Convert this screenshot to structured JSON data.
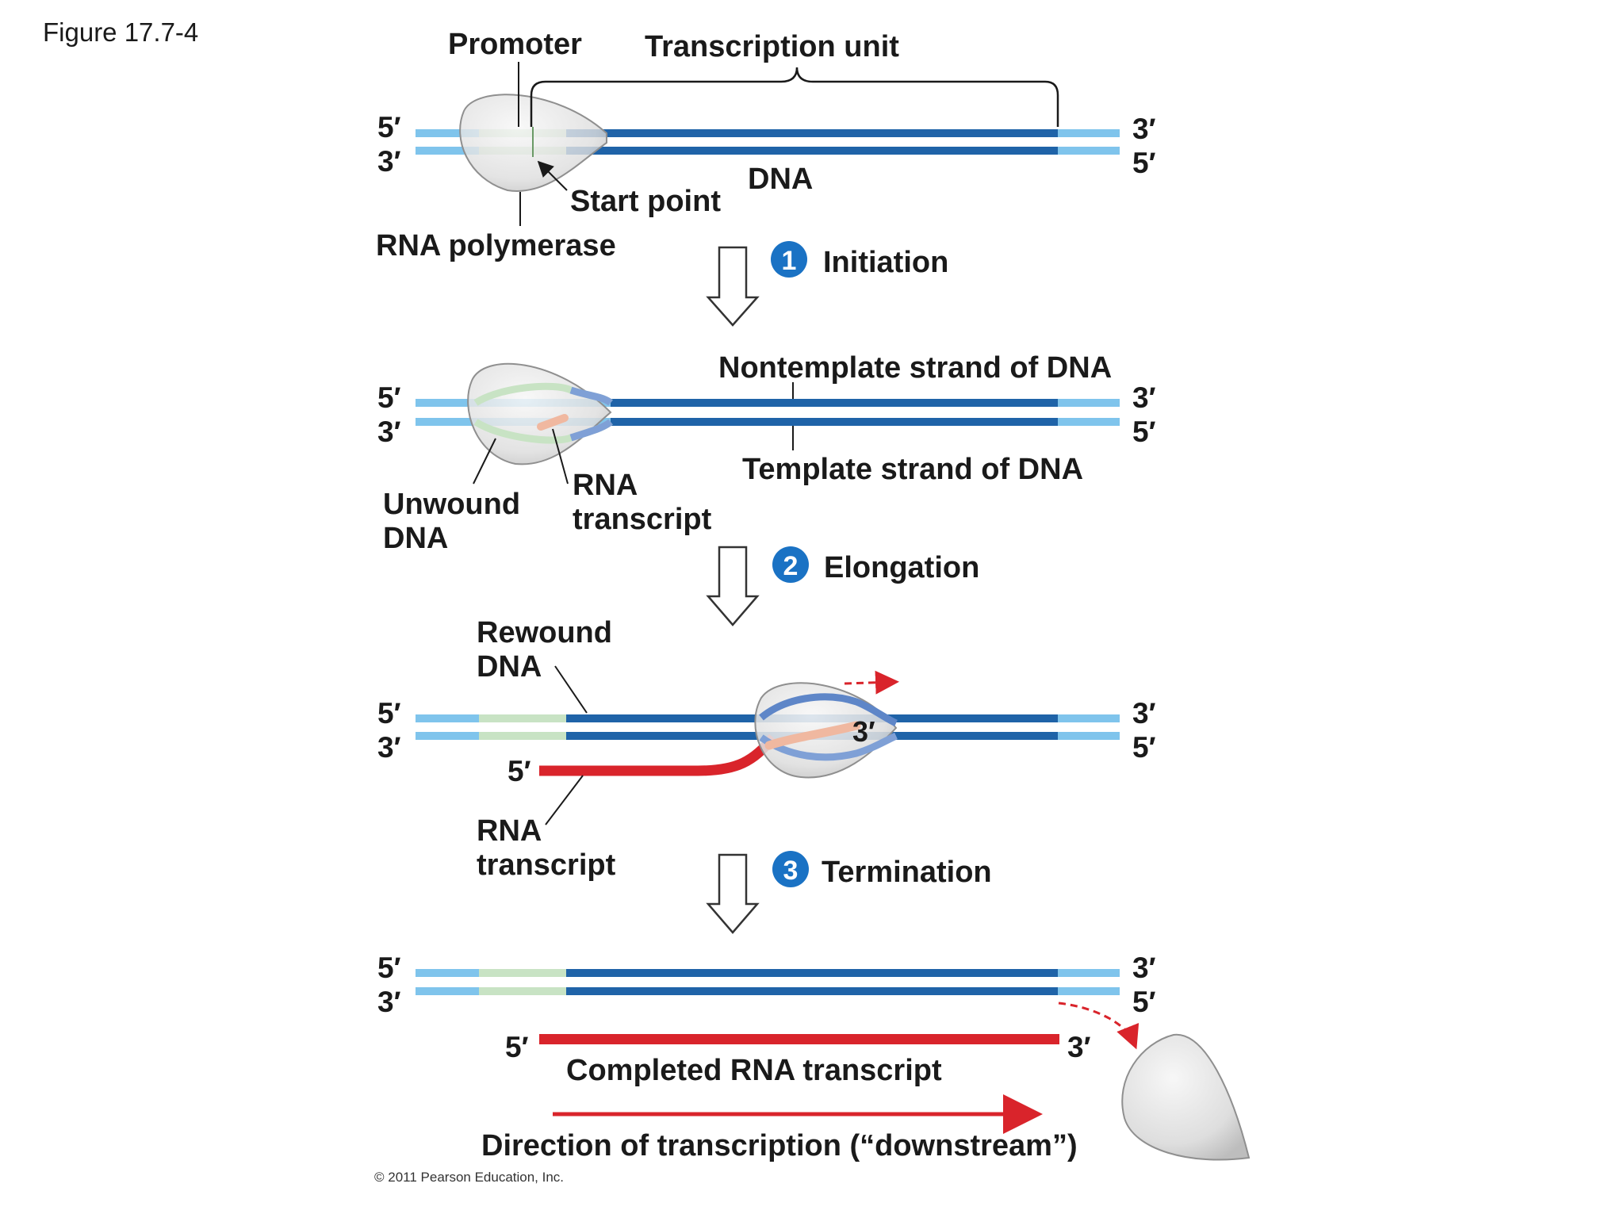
{
  "figure_label": "Figure 17.7-4",
  "copyright": "© 2011 Pearson Education, Inc.",
  "colors": {
    "dna_dark": "#1f63a8",
    "dna_light": "#7fc4ec",
    "promoter": "#c8e3c4",
    "rna": "#d9242b",
    "rna_nascent": "#f0b8a0",
    "polymerase": "#dcdcdc",
    "step_badge": "#1a72c4",
    "arrow_red": "#d9242b"
  },
  "panel1": {
    "promoter": "Promoter",
    "transcription_unit": "Transcription unit",
    "dna": "DNA",
    "start_point": "Start point",
    "rna_polymerase": "RNA polymerase",
    "end_5_top": "5′",
    "end_3_bottom": "3′",
    "end_3_top_right": "3′",
    "end_5_bottom_right": "5′"
  },
  "step1": {
    "number": "1",
    "label": "Initiation"
  },
  "panel2": {
    "nontemplate": "Nontemplate strand of DNA",
    "template": "Template strand of DNA",
    "unwound_line1": "Unwound",
    "unwound_line2": "DNA",
    "rna_line1": "RNA",
    "rna_line2": "transcript",
    "end_5_top": "5′",
    "end_3_bottom": "3′",
    "end_3_top_right": "3′",
    "end_5_bottom_right": "5′"
  },
  "step2": {
    "number": "2",
    "label": "Elongation"
  },
  "panel3": {
    "rewound_line1": "Rewound",
    "rewound_line2": "DNA",
    "rna_line1": "RNA",
    "rna_line2": "transcript",
    "rna_5": "5′",
    "rna_3": "3′",
    "end_5_top": "5′",
    "end_3_bottom": "3′",
    "end_3_top_right": "3′",
    "end_5_bottom_right": "5′"
  },
  "step3": {
    "number": "3",
    "label": "Termination"
  },
  "panel4": {
    "completed": "Completed RNA transcript",
    "direction": "Direction of transcription (“downstream”)",
    "rna_5": "5′",
    "rna_3": "3′",
    "end_5_top": "5′",
    "end_3_bottom": "3′",
    "end_3_top_right": "3′",
    "end_5_bottom_right": "5′"
  }
}
